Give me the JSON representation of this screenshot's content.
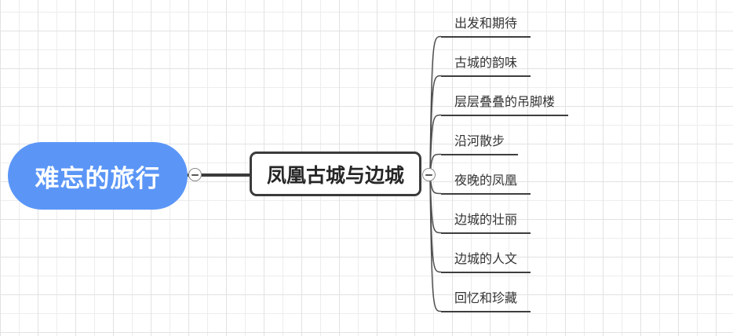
{
  "root": {
    "label": "难忘的旅行"
  },
  "central": {
    "label": "凤凰古城与边城"
  },
  "topics": [
    "出发和期待",
    "古城的韵味",
    "层层叠叠的吊脚楼",
    "沿河散步",
    "夜晚的凤凰",
    "边城的壮丽",
    "边城的人文",
    "回忆和珍藏"
  ],
  "handles": {
    "type": "collapse",
    "icon": "minus"
  },
  "colors": {
    "canvas_bg": "#ffffff",
    "grid_minor": "#ededed",
    "grid_major": "#e2e2e2",
    "root_bg": "#5b96f7",
    "root_text": "#ffffff",
    "central_bg": "#ffffff",
    "central_text": "#262626",
    "leaf_text": "#333333",
    "stroke_dark": "#3b3b3b",
    "curve_stroke": "#4f4f4f",
    "underline": "#3e3e3e",
    "handle_bg": "#ffffff",
    "handle_border": "#8a8a8a"
  }
}
